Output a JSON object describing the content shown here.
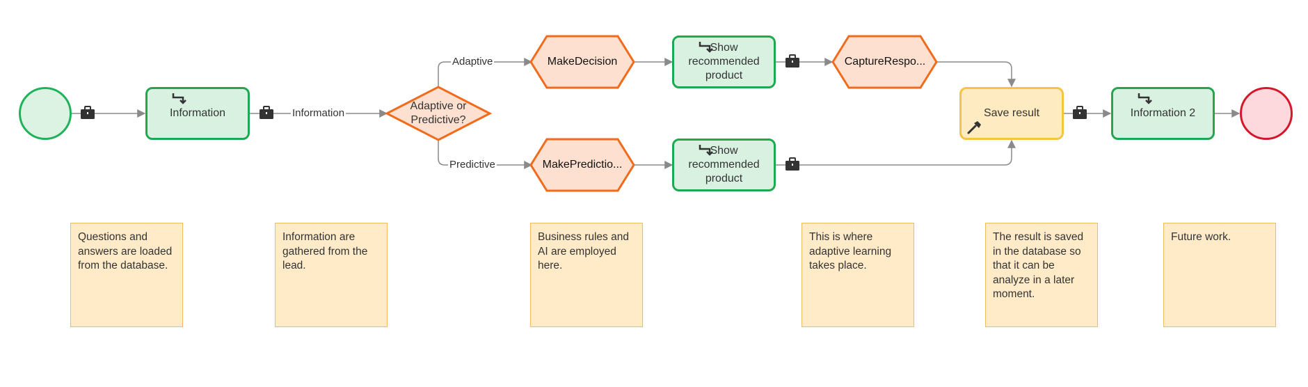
{
  "flow": {
    "task_information": "Information",
    "label_information": "Information",
    "gateway": "Adaptive or Predictive?",
    "label_adaptive": "Adaptive",
    "label_predictive": "Predictive",
    "make_decision": "MakeDecision",
    "make_prediction": "MakePredictio...",
    "show_top": "Show recommended product",
    "show_bottom": "Show recommended product",
    "capture": "CaptureRespo...",
    "save_result": "Save result",
    "information_2": "Information 2"
  },
  "notes": [
    "Questions and answers are loaded from the database.",
    "Information are gathered from the lead.",
    "Business rules and AI are employed here.",
    "This is where adaptive learning takes place.",
    "The result is saved in the database so that it can be analyze in a later moment.",
    "Future work."
  ],
  "colors": {
    "green_fill": "#d9f1e1",
    "green_stroke": "#1fa84f",
    "orange_fill": "#fde0cf",
    "orange_stroke": "#f26a1b",
    "yellow_fill": "#ffebc2",
    "yellow_stroke": "#f6c342",
    "red_fill": "#fdd9dd",
    "red_stroke": "#d3182b",
    "connector": "#8a8a8a"
  },
  "icons": [
    "subprocess-icon",
    "briefcase-icon",
    "hammer-icon",
    "arrow-icon"
  ]
}
